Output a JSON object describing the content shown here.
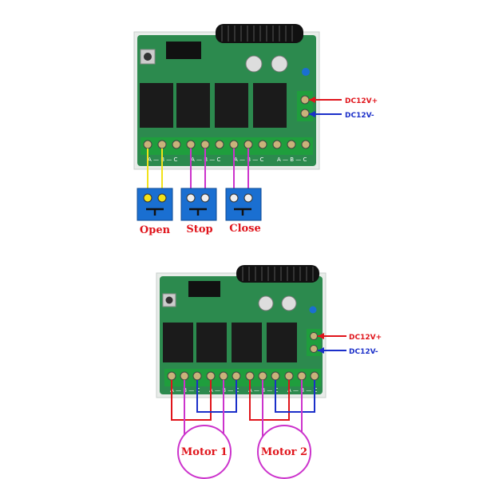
{
  "colors": {
    "pcb": "#2c8a4e",
    "relay": "#1b1b1b",
    "terminal": "#1f9e3d",
    "button": "#1a6fd1",
    "positive_wire": "#e0141b",
    "negative_wire": "#1b2fc9",
    "wire_yellow": "#f2e21a",
    "wire_magenta": "#cc33cc",
    "label_red": "#e0141b"
  },
  "top_board": {
    "terminal_group_labels": [
      "A — B — C",
      "A — B — C",
      "A — B — C",
      "A — B — C"
    ],
    "power_labels": {
      "positive": "DC12V+",
      "negative": "DC12V-"
    },
    "buttons": [
      {
        "label": "Open",
        "icon": "switch-symbol-icon"
      },
      {
        "label": "Stop",
        "icon": "switch-symbol-icon"
      },
      {
        "label": "Close",
        "icon": "switch-symbol-icon"
      }
    ]
  },
  "bottom_board": {
    "terminal_group_labels": [
      "A — B — C",
      "A — B — C",
      "A — B — C",
      "A — B — C"
    ],
    "power_labels": {
      "positive": "DC12V+",
      "negative": "DC12V-"
    },
    "motors": [
      {
        "label": "Motor 1"
      },
      {
        "label": "Motor 2"
      }
    ]
  }
}
